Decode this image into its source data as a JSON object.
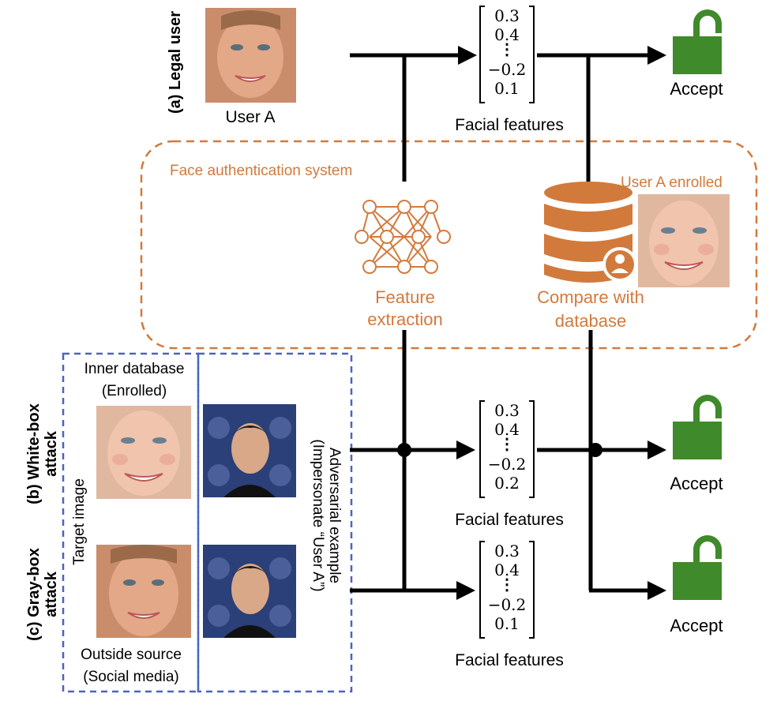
{
  "rows": {
    "legal": {
      "label": "(a) Legal user",
      "user_caption": "User A"
    },
    "whitebox": {
      "label_line1": "(b) White-box",
      "label_line2": "attack"
    },
    "graybox": {
      "label_line1": "(c) Gray-box",
      "label_line2": "attack"
    }
  },
  "system": {
    "title": "Face authentication system",
    "feature_line1": "Feature",
    "feature_line2": "extraction",
    "compare_line1": "Compare with",
    "compare_line2": "database",
    "enrolled_label": "User A enrolled"
  },
  "vectors": [
    {
      "values": [
        "0.3",
        "0.4",
        "⋮",
        "−0.2",
        "0.1"
      ],
      "caption": "Facial features"
    },
    {
      "values": [
        "0.3",
        "0.4",
        "⋮",
        "−0.2",
        "0.2"
      ],
      "caption": "Facial features"
    },
    {
      "values": [
        "0.3",
        "0.4",
        "⋮",
        "−0.2",
        "0.1"
      ],
      "caption": "Facial features"
    }
  ],
  "outcomes": [
    "Accept",
    "Accept",
    "Accept"
  ],
  "target_box": {
    "inner_line1": "Inner database",
    "inner_line2": "(Enrolled)",
    "side_label": "Target image",
    "outside_line1": "Outside source",
    "outside_line2": "(Social media)"
  },
  "adversarial": {
    "line1": "Adversarial example",
    "line2": "(Impersonate “User A”)"
  },
  "colors": {
    "orange": "#d27a3c",
    "blue": "#4a64c0",
    "green": "#3f8a2a",
    "black": "#000000"
  }
}
